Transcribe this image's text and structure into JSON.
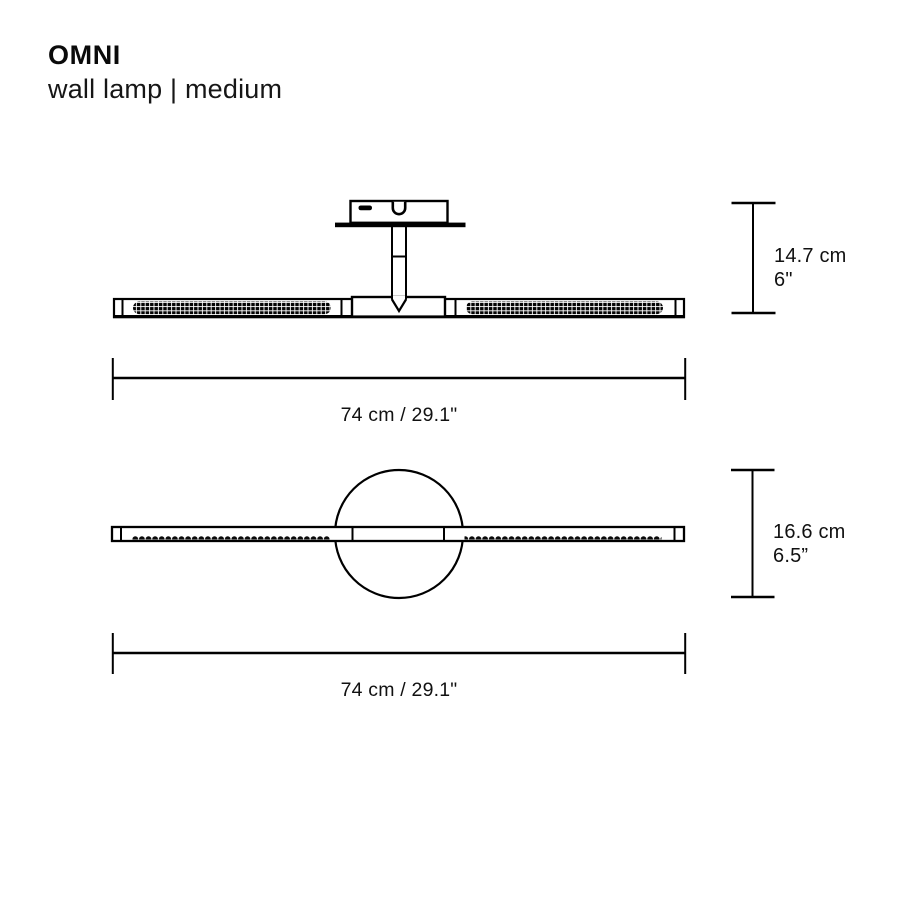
{
  "header": {
    "brand": "OMNI",
    "subtitle": "wall lamp | medium"
  },
  "side_view": {
    "name": "side elevation with wall bracket",
    "height_cm": "14.7 cm",
    "height_in": "6\"",
    "width": "74 cm / 29.1\""
  },
  "front_view": {
    "name": "front view with round wall disc",
    "height_cm": "16.6 cm",
    "height_in": "6.5”",
    "width": "74 cm / 29.1\""
  },
  "colors": {
    "line": "#000000",
    "text": "#111111",
    "background": "#ffffff"
  }
}
